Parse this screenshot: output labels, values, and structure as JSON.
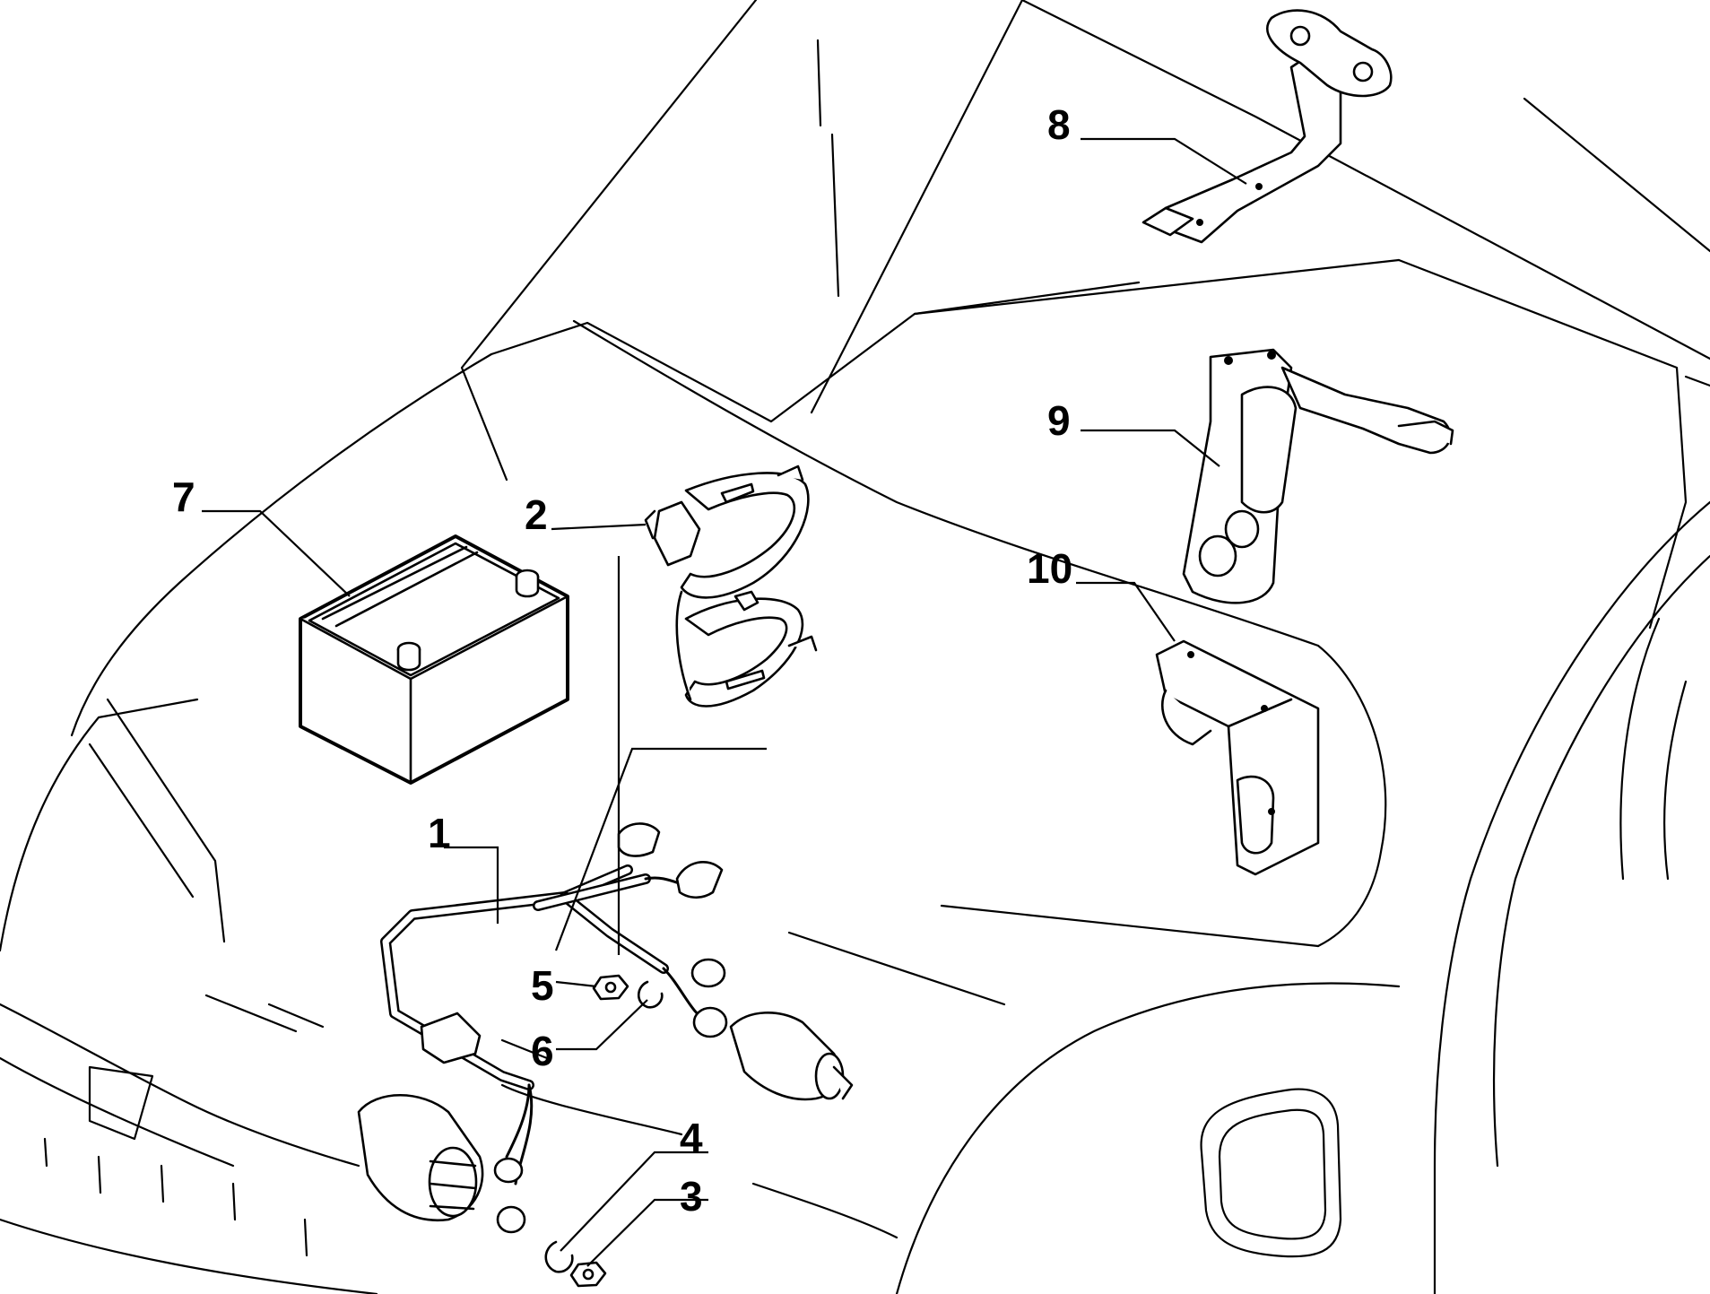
{
  "labels": {
    "1": "1",
    "2": "2",
    "3": "3",
    "4": "4",
    "5": "5",
    "6": "6",
    "7": "7",
    "8": "8",
    "9": "9",
    "10": "10"
  }
}
